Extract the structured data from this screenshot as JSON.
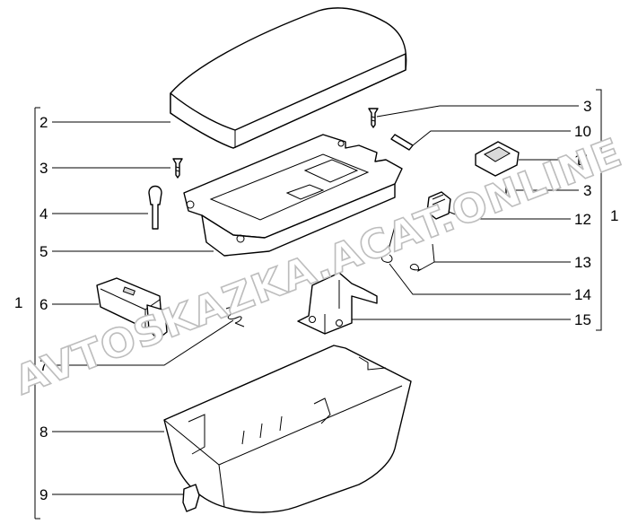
{
  "watermark": "AVTOSKAZKA.ACAT.ONLINE",
  "callouts": {
    "left": [
      {
        "n": "2"
      },
      {
        "n": "3"
      },
      {
        "n": "4"
      },
      {
        "n": "5"
      },
      {
        "n": "6"
      },
      {
        "n": "7"
      },
      {
        "n": "8"
      },
      {
        "n": "9"
      }
    ],
    "right": [
      {
        "n": "3"
      },
      {
        "n": "10"
      },
      {
        "n": "11"
      },
      {
        "n": "3"
      },
      {
        "n": "12"
      },
      {
        "n": "13"
      },
      {
        "n": "14"
      },
      {
        "n": "15"
      }
    ]
  },
  "groups": {
    "left": "1",
    "right": "1"
  }
}
